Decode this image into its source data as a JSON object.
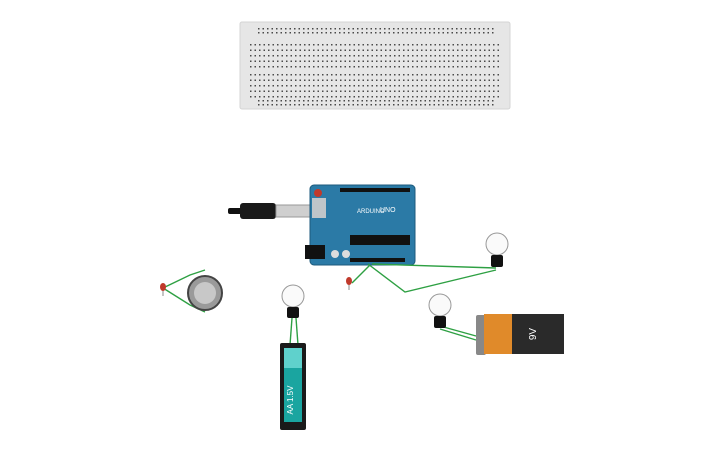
{
  "canvas": {
    "background": "#ffffff",
    "components": [
      {
        "name": "breadboard",
        "kind": "breadboard"
      },
      {
        "name": "arduino-uno",
        "kind": "microcontroller",
        "labels": {
          "brand": "ARDUINO",
          "model": "UNO"
        }
      },
      {
        "name": "usb-cable",
        "kind": "cable"
      },
      {
        "name": "coin-cell-battery",
        "kind": "battery"
      },
      {
        "name": "red-led-left",
        "kind": "led"
      },
      {
        "name": "red-led-center",
        "kind": "led"
      },
      {
        "name": "bulb-center",
        "kind": "lightbulb"
      },
      {
        "name": "bulb-right-top",
        "kind": "lightbulb"
      },
      {
        "name": "bulb-right-bottom",
        "kind": "lightbulb"
      },
      {
        "name": "aa-battery",
        "kind": "battery",
        "label": "AA 1.5V"
      },
      {
        "name": "nine-volt-battery",
        "kind": "battery",
        "label": "9V"
      }
    ]
  },
  "colors": {
    "breadboard": "#e6e6e6",
    "breadboard_hole": "#4a4a4a",
    "arduino_board": "#2b7aa6",
    "wire_green": "#2ea043",
    "led_red": "#c0392b",
    "aa_body": "#1aa5a0",
    "nine_volt_orange": "#e08a2a",
    "nine_volt_dark": "#2a2a2a"
  }
}
